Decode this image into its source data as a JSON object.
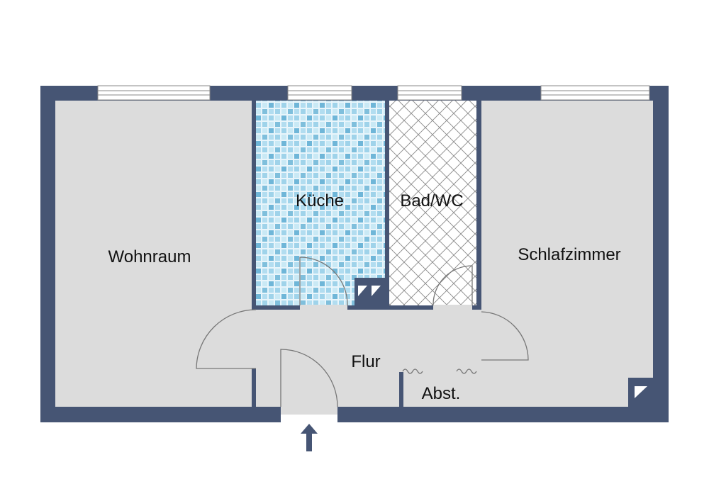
{
  "rooms": {
    "wohnraum": "Wohnraum",
    "kueche": "Küche",
    "bad": "Bad/WC",
    "schlafzimmer": "Schlafzimmer",
    "flur": "Flur",
    "abstellraum": "Abst."
  },
  "colors": {
    "wall": "#465574",
    "floor": "#dcdcdc",
    "tile_light": "#bfe3f2",
    "tile_dark": "#7fbfdc"
  }
}
